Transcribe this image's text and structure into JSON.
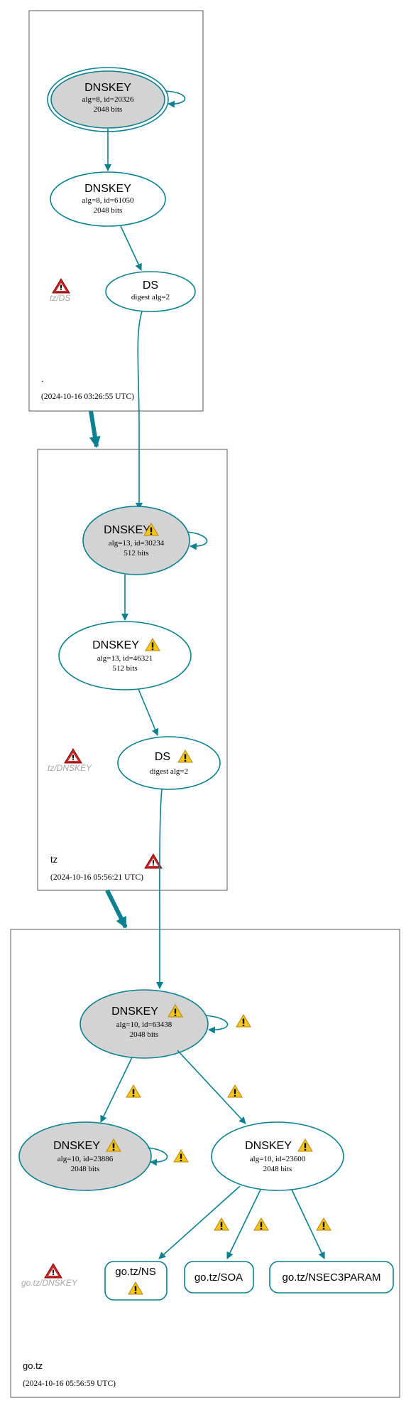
{
  "zones": [
    {
      "name": ".",
      "timestamp": "(2024-10-16 03:26:55 UTC)",
      "error_label": "tz/DS"
    },
    {
      "name": "tz",
      "timestamp": "(2024-10-16 05:56:21 UTC)",
      "error_label": "tz/DNSKEY"
    },
    {
      "name": "go.tz",
      "timestamp": "(2024-10-16 05:56:59 UTC)",
      "error_label": "go.tz/DNSKEY"
    }
  ],
  "nodes": {
    "root_ksk": {
      "type": "DNSKEY",
      "line1": "alg=8, id=20326",
      "line2": "2048 bits"
    },
    "root_zsk": {
      "type": "DNSKEY",
      "line1": "alg=8, id=61050",
      "line2": "2048 bits"
    },
    "tz_ds": {
      "type": "DS",
      "line1": "digest alg=2"
    },
    "tz_ksk": {
      "type": "DNSKEY",
      "line1": "alg=13, id=30234",
      "line2": "512 bits"
    },
    "tz_zsk": {
      "type": "DNSKEY",
      "line1": "alg=13, id=46321",
      "line2": "512 bits"
    },
    "gotz_ds": {
      "type": "DS",
      "line1": "digest alg=2"
    },
    "gotz_ksk": {
      "type": "DNSKEY",
      "line1": "alg=10, id=63438",
      "line2": "2048 bits"
    },
    "gotz_k2": {
      "type": "DNSKEY",
      "line1": "alg=10, id=23886",
      "line2": "2048 bits"
    },
    "gotz_k3": {
      "type": "DNSKEY",
      "line1": "alg=10, id=23600",
      "line2": "2048 bits"
    },
    "rr_ns": {
      "label": "go.tz/NS"
    },
    "rr_soa": {
      "label": "go.tz/SOA"
    },
    "rr_nsec3": {
      "label": "go.tz/NSEC3PARAM"
    }
  },
  "colors": {
    "edge": "#0a8090",
    "ksk_fill": "#d3d3d3",
    "warning": "#f5c518",
    "error": "#c62828"
  }
}
